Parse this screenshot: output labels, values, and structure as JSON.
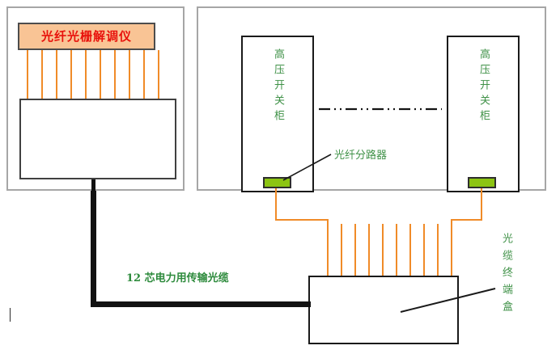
{
  "diagram": {
    "title_text": "光纤光栅解调仪",
    "equipment": {
      "interrogator_label": "光纤光栅解调仪",
      "cabinet_left_label": "高压开关柜",
      "cabinet_right_label": "高压开关柜",
      "splitter_label": "光纤分路器",
      "terminal_box_label": "光缆终端盒",
      "trunk_cable_label": "12 芯电力用传输光缆"
    },
    "counts": {
      "interrogator_fibers": 10,
      "terminal_box_fibers": 10,
      "cabinets": 2,
      "splitters": 2
    },
    "colors": {
      "fiber_orange": "#f08b28",
      "splitter_green": "#8cc413",
      "label_green": "#3f9147",
      "title_red": "#e8120c",
      "interrogator_fill": "#f9c495",
      "cable_black": "#121212",
      "panel_border": "#a6a6a6"
    },
    "fiber_x_top": [
      33,
      51,
      69,
      87,
      105,
      123,
      141,
      159,
      177,
      195
    ],
    "fiber_x_bottom": [
      404,
      421,
      438,
      455,
      472,
      489,
      506,
      523,
      540,
      557
    ],
    "separator_style": "dash-dot-dot"
  }
}
